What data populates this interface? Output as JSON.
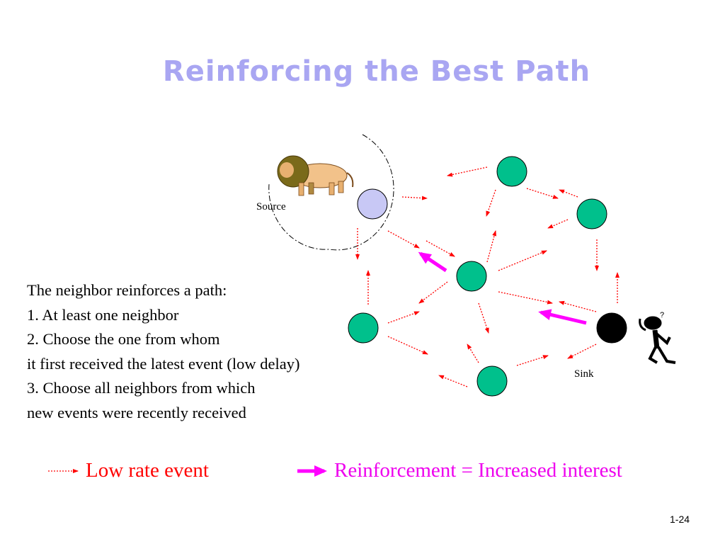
{
  "title": "Reinforcing the Best Path",
  "body": {
    "lines": [
      "The neighbor reinforces a path:",
      "1. At least one neighbor",
      "2. Choose the one from whom",
      "it first received the latest event (low delay)",
      "3. Choose all neighbors from which",
      "new events were recently received"
    ]
  },
  "labels": {
    "source": "Source",
    "sink": "Sink"
  },
  "legend": {
    "low_rate": "Low rate event",
    "reinforcement": "Reinforcement = Increased interest"
  },
  "page_number": "1-24",
  "colors": {
    "title": "#a9a6f2",
    "node": "#00c08c",
    "source_node": "#c8c8f5",
    "sink_node": "#000000",
    "low_rate_arrow": "#ff0000",
    "reinforcement_arrow": "#ff00ff"
  },
  "icons": {
    "source_icon": "lion-icon",
    "sink_icon": "confused-stick-figure-icon"
  }
}
